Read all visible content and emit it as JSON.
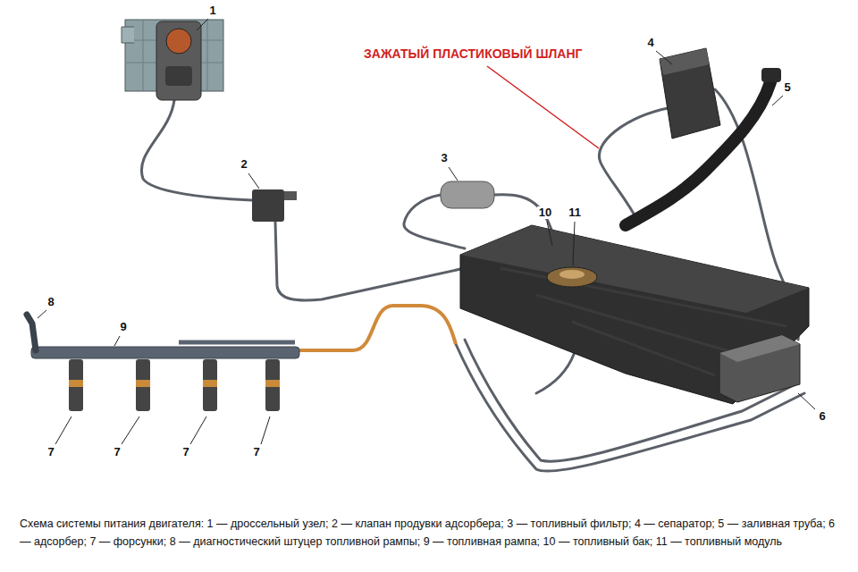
{
  "diagram": {
    "caption": "Схема системы питания двигателя: 1 — дроссельный узел; 2 — клапан продувки адсорбера; 3 — топливный фильтр; 4 — сепаратор; 5 — заливная труба; 6 — адсорбер; 7 — форсунки; 8 — диагностический штуцер топливной рампы; 9 — топливная рампа; 10 — топливный бак; 11 — топливный модуль",
    "labels": [
      "1",
      "ЗАЖАТЫЙ ПЛАСТИКОВЫЙ ШЛАНГ",
      "4",
      "5",
      "2",
      "3",
      "10",
      "11",
      "8",
      "9",
      "6",
      "7",
      "7",
      "7",
      "7"
    ]
  }
}
